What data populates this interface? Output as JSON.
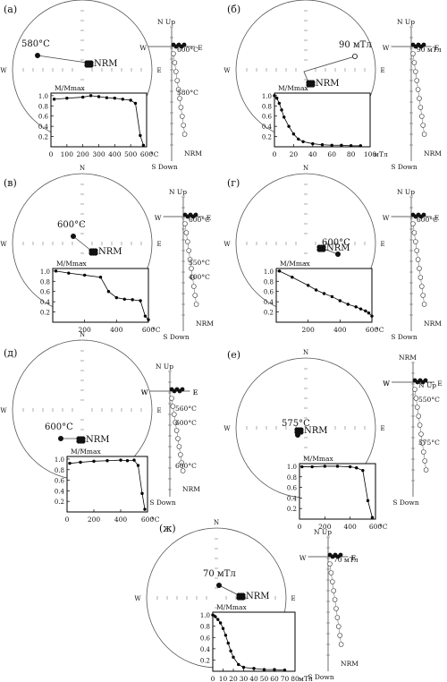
{
  "chart_data": [
    {
      "type": "line",
      "panel_label": "(а)",
      "stereo": {
        "label_NRM": "NRM",
        "label_step": "580°C"
      },
      "zij": {
        "labels": [
          "N Up",
          "600°C",
          "W",
          "E",
          "580°C",
          "NRM",
          "S Down"
        ]
      },
      "demag": {
        "ylabel": "M/Mmax",
        "x_unit": "°C",
        "xlim": [
          0,
          600
        ],
        "xticks": [
          "0",
          "100",
          "200",
          "300",
          "400",
          "500",
          "600"
        ],
        "ylim": [
          0,
          1.05
        ],
        "yticks": [
          "0.2",
          "0.4",
          "0.6",
          "0.8",
          "1.0"
        ],
        "x": [
          20,
          100,
          200,
          250,
          300,
          350,
          400,
          450,
          500,
          530,
          560,
          580
        ],
        "y": [
          0.93,
          0.95,
          0.97,
          1.0,
          0.98,
          0.96,
          0.95,
          0.93,
          0.91,
          0.85,
          0.22,
          0.03
        ]
      }
    },
    {
      "type": "line",
      "panel_label": "(б)",
      "stereo": {
        "label_NRM": "NRM",
        "label_step": "90 мТл"
      },
      "zij": {
        "labels": [
          "N Up",
          "90 мТл",
          "W",
          "E",
          "S Down",
          "NRM"
        ]
      },
      "demag": {
        "ylabel": "M/Mmax",
        "x_unit": "мТл",
        "xlim": [
          0,
          100
        ],
        "xticks": [
          "0",
          "20",
          "40",
          "60",
          "80",
          "100"
        ],
        "ylim": [
          0,
          1.05
        ],
        "yticks": [
          "0.2",
          "0.4",
          "0.6",
          "0.8",
          "1.0"
        ],
        "x": [
          0,
          2.5,
          5,
          7.5,
          10,
          15,
          20,
          25,
          30,
          40,
          50,
          60,
          70,
          80,
          90
        ],
        "y": [
          1.0,
          0.95,
          0.85,
          0.72,
          0.58,
          0.4,
          0.25,
          0.15,
          0.1,
          0.06,
          0.04,
          0.03,
          0.03,
          0.02,
          0.02
        ]
      }
    },
    {
      "type": "line",
      "panel_label": "(в)",
      "stereo": {
        "label_NRM": "NRM",
        "label_step": "600°C"
      },
      "zij": {
        "labels": [
          "N Up",
          "600°C",
          "W",
          "E",
          "550°C",
          "400°C",
          "S Down",
          "NRM"
        ]
      },
      "demag": {
        "ylabel": "M/Mmax",
        "x_unit": "°C",
        "xlim": [
          0,
          600
        ],
        "xticks": [
          "200",
          "400",
          "600"
        ],
        "ylim": [
          0,
          1.05
        ],
        "yticks": [
          "0.2",
          "0.4",
          "0.6",
          "0.8",
          "1.0"
        ],
        "x": [
          20,
          100,
          200,
          300,
          350,
          400,
          450,
          500,
          550,
          580,
          600
        ],
        "y": [
          1.0,
          0.96,
          0.92,
          0.88,
          0.6,
          0.48,
          0.45,
          0.44,
          0.42,
          0.12,
          0.05
        ]
      }
    },
    {
      "type": "line",
      "panel_label": "(г)",
      "stereo": {
        "label_NRM": "NRM",
        "label_step": "600°C"
      },
      "zij": {
        "labels": [
          "N Up",
          "600°C",
          "W",
          "E",
          "S Down",
          "NRM"
        ]
      },
      "demag": {
        "ylabel": "M/Mmax",
        "x_unit": "°C",
        "xlim": [
          0,
          600
        ],
        "xticks": [
          "200",
          "400",
          "600"
        ],
        "ylim": [
          0,
          1.05
        ],
        "yticks": [
          "0.2",
          "0.4",
          "0.6",
          "0.8",
          "1.0"
        ],
        "x": [
          20,
          100,
          200,
          250,
          300,
          350,
          400,
          450,
          500,
          530,
          560,
          580,
          600
        ],
        "y": [
          1.0,
          0.88,
          0.72,
          0.63,
          0.56,
          0.5,
          0.42,
          0.35,
          0.3,
          0.26,
          0.22,
          0.18,
          0.12
        ]
      }
    },
    {
      "type": "line",
      "panel_label": "(д)",
      "stereo": {
        "label_NRM": "NRM",
        "label_step": "600°C"
      },
      "zij": {
        "labels": [
          "N Up",
          "NRM",
          "560°C",
          "600°C",
          "W",
          "E",
          "600°C",
          "W",
          "E",
          "S Down"
        ]
      },
      "demag": {
        "ylabel": "M/Mmax",
        "x_unit": "°C",
        "xlim": [
          0,
          600
        ],
        "xticks": [
          "0",
          "200",
          "400",
          "600"
        ],
        "ylim": [
          0,
          1.05
        ],
        "yticks": [
          "0.2",
          "0.4",
          "0.6",
          "0.8",
          "1.0"
        ],
        "x": [
          20,
          100,
          200,
          300,
          400,
          450,
          500,
          530,
          560,
          580
        ],
        "y": [
          0.92,
          0.94,
          0.96,
          0.97,
          0.98,
          0.97,
          0.98,
          0.88,
          0.35,
          0.05
        ]
      }
    },
    {
      "type": "line",
      "panel_label": "(е)",
      "stereo": {
        "label_NRM": "NRM",
        "label_step": "575°C"
      },
      "zij": {
        "labels": [
          "NRM",
          "N Up",
          "550°C",
          "W",
          "E",
          "575°C",
          "W",
          "S Down"
        ]
      },
      "demag": {
        "ylabel": "M/Mmax",
        "x_unit": "°C",
        "xlim": [
          0,
          600
        ],
        "xticks": [
          "0",
          "200",
          "400",
          "600"
        ],
        "ylim": [
          0,
          1.05
        ],
        "yticks": [
          "0.2",
          "0.4",
          "0.6",
          "0.8",
          "1.0"
        ],
        "x": [
          20,
          100,
          200,
          300,
          400,
          450,
          500,
          540,
          575
        ],
        "y": [
          0.99,
          0.99,
          1.0,
          1.0,
          0.99,
          0.97,
          0.92,
          0.35,
          0.03
        ]
      }
    },
    {
      "type": "line",
      "panel_label": "(ж)",
      "stereo": {
        "label_NRM": "NRM",
        "label_step": "70 мТл"
      },
      "zij": {
        "labels": [
          "N Up",
          "70 мТл",
          "W",
          "E",
          "E",
          "S Down",
          "NRM"
        ]
      },
      "demag": {
        "ylabel": "M/Mmax",
        "x_unit": "мТл",
        "xlim": [
          0,
          80
        ],
        "xticks": [
          "0",
          "10",
          "20",
          "30",
          "40",
          "50",
          "60",
          "70",
          "80"
        ],
        "ylim": [
          0,
          1.05
        ],
        "yticks": [
          "0.2",
          "0.4",
          "0.6",
          "0.8",
          "1.0"
        ],
        "x": [
          0,
          2.5,
          5,
          7.5,
          10,
          12.5,
          15,
          17.5,
          20,
          25,
          30,
          40,
          50,
          60,
          70
        ],
        "y": [
          1.0,
          0.97,
          0.92,
          0.86,
          0.76,
          0.64,
          0.5,
          0.36,
          0.25,
          0.12,
          0.07,
          0.05,
          0.03,
          0.03,
          0.02
        ]
      }
    }
  ]
}
